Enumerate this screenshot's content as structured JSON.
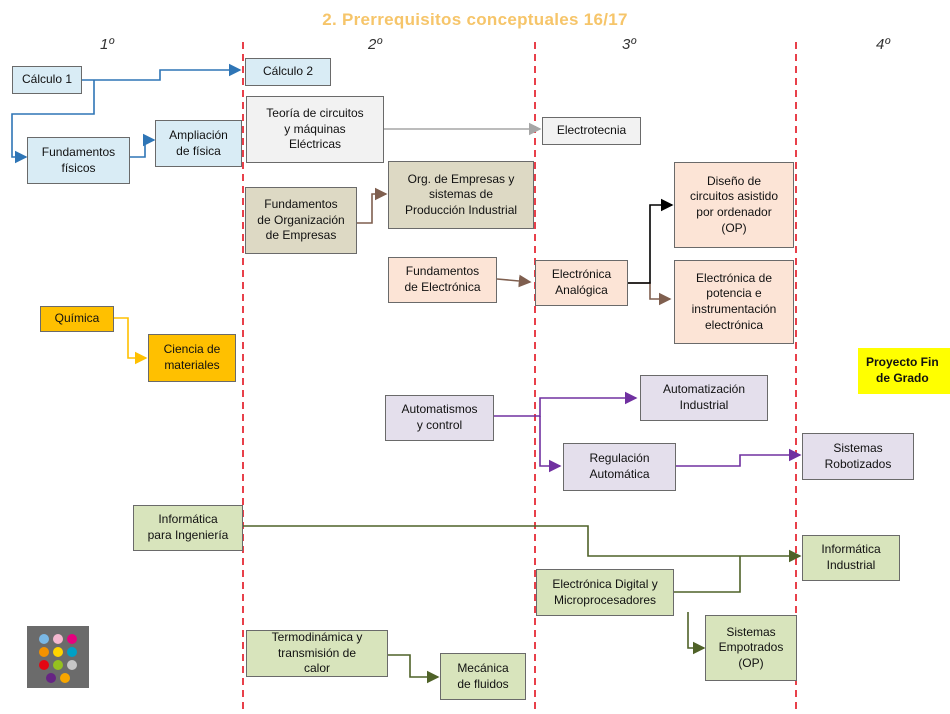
{
  "title": "2. Prerrequisitos conceptuales 16/17",
  "years": [
    "1º",
    "2º",
    "3º",
    "4º"
  ],
  "courses": {
    "calculo1": "Cálculo 1",
    "calculo2": "Cálculo 2",
    "fundamentos_fisicos": "Fundamentos\nfísicos",
    "ampliacion_fisica": "Ampliación\nde física",
    "teoria_circuitos": "Teoría de circuitos\ny máquinas\nEléctricas",
    "electrotecnia": "Electrotecnia",
    "fund_org_empresas": "Fundamentos\nde Organización\nde Empresas",
    "org_empresas": "Org. de Empresas y\nsistemas de\nProducción Industrial",
    "diseno_circuitos": "Diseño de\ncircuitos asistido\npor ordenador\n(OP)",
    "fund_electronica": "Fundamentos\nde Electrónica",
    "electronica_analogica": "Electrónica\nAnalógica",
    "electronica_potencia": "Electrónica de\npotencia e\ninstrumentación\nelectrónica",
    "quimica": "Química",
    "ciencia_materiales": "Ciencia de\nmateriales",
    "proyecto_fin": "Proyecto Fin\nde Grado",
    "automatizacion_industrial": "Automatización\nIndustrial",
    "automatismos_control": "Automatismos\ny control",
    "regulacion_automatica": "Regulación\nAutomática",
    "sistemas_robotizados": "Sistemas\nRobotizados",
    "informatica_ingenieria": "Informática\npara Ingeniería",
    "informatica_industrial": "Informática\nIndustrial",
    "electronica_digital": "Electrónica Digital y\nMicroprocesadores",
    "sistemas_empotrados": "Sistemas\nEmpotrados\n(OP)",
    "termodinamica": "Termodinámica y\ntransmisión de\ncalor",
    "mecanica_fluidos": "Mecánica\nde fluidos"
  },
  "colors": {
    "title": "#f6c56a",
    "divider": "#e8404a",
    "blue_arrow": "#2e75b6",
    "gray_arrow": "#a6a6a6",
    "brown_arrow": "#7f5f4f",
    "black_arrow": "#000000",
    "orange_arrow": "#ffc000",
    "purple_arrow": "#7030a0",
    "green_arrow": "#4f6228"
  }
}
